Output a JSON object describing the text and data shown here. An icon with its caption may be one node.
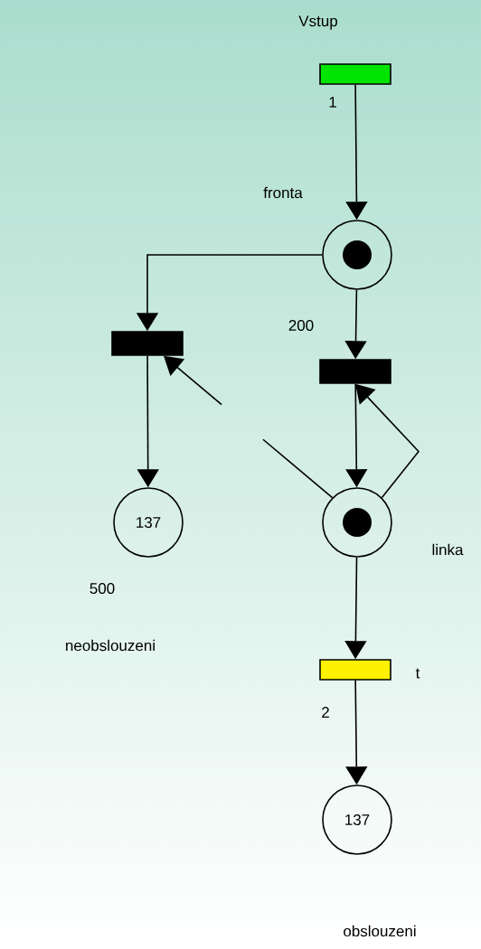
{
  "diagram": {
    "nodes": [
      {
        "text": [
          "Vstup"
        ],
        "beside": [
          "1"
        ]
      },
      {
        "text": [
          "fronta"
        ]
      },
      {
        "text": [],
        "shape": "bar"
      },
      {
        "text": [],
        "shape": "bar",
        "beside": [
          "200"
        ]
      },
      {
        "text": [
          "137"
        ]
      },
      {
        "text": [
          "linka"
        ]
      },
      {
        "text": [
          "t"
        ],
        "beside": [
          "2"
        ]
      },
      {
        "text": [
          "137",
          "obslouzeni"
        ]
      }
    ],
    "edges": [
      {
        "from": 0,
        "to": 1,
        "arrow": "to"
      },
      {
        "from": 1,
        "to": 2,
        "arrow": "to"
      },
      {
        "from": 1,
        "to": 3,
        "arrow": "to"
      },
      {
        "from": 2,
        "to": 4,
        "arrow": "to"
      },
      {
        "from": 3,
        "to": 5,
        "arrow": "to"
      },
      {
        "from": 5,
        "to": 2,
        "arrow": "to",
        "style": "dashed"
      },
      {
        "from": 5,
        "to": 3,
        "arrow": "to"
      },
      {
        "from": 5,
        "to": 6,
        "arrow": "to"
      },
      {
        "from": 6,
        "to": 7,
        "arrow": "to"
      }
    ],
    "labels": [
      "500",
      "neobslouzeni"
    ]
  }
}
